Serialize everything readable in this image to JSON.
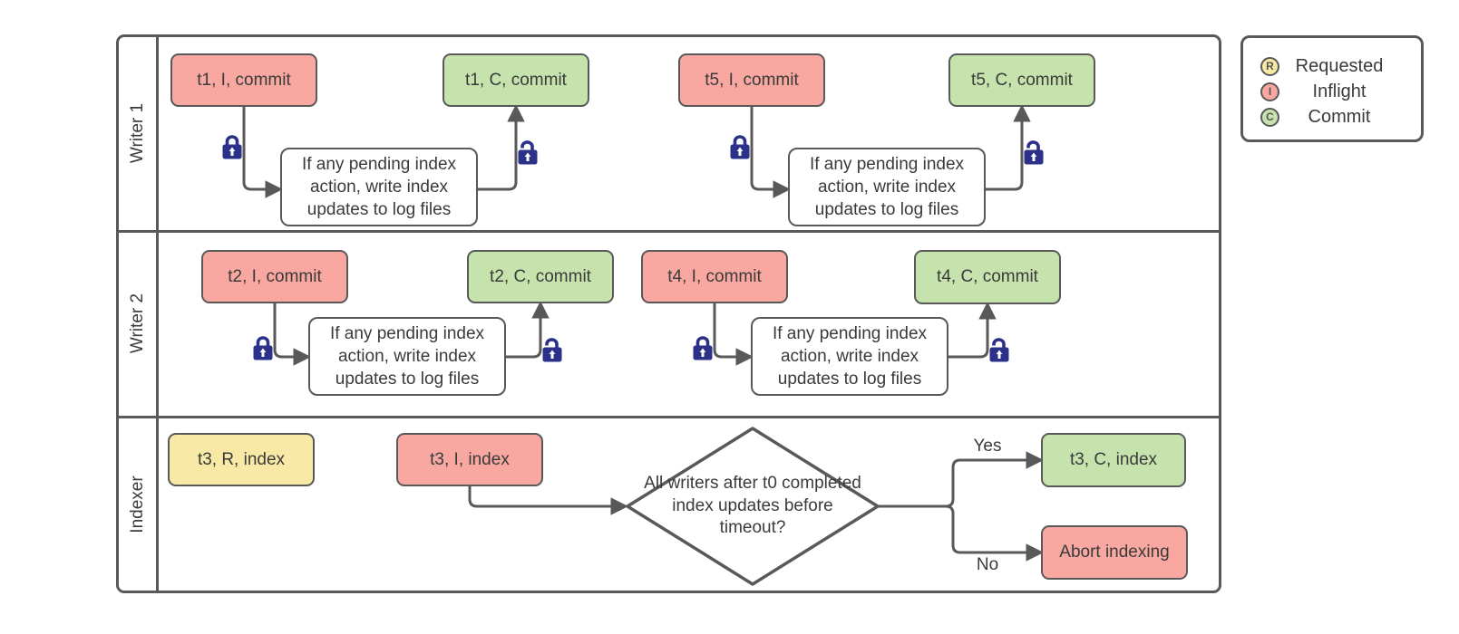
{
  "lanes": [
    {
      "label": "Writer 1"
    },
    {
      "label": "Writer 2"
    },
    {
      "label": "Indexer"
    }
  ],
  "nodes": {
    "t1_inflight": "t1, I, commit",
    "t1_commit": "t1, C, commit",
    "t5_inflight": "t5, I, commit",
    "t5_commit": "t5, C, commit",
    "t2_inflight": "t2, I, commit",
    "t2_commit": "t2, C, commit",
    "t4_inflight": "t4, I, commit",
    "t4_commit": "t4, C, commit",
    "t3_requested": "t3, R, index",
    "t3_inflight": "t3, I, index",
    "t3_commit": "t3, C, index",
    "abort": "Abort indexing",
    "process_note": "If any pending index action, write index updates to log files",
    "decision": "All writers after t0 completed index updates before timeout?"
  },
  "edge_labels": {
    "yes": "Yes",
    "no": "No"
  },
  "legend": {
    "items": [
      {
        "symbol": "R",
        "label": "Requested",
        "color": "#F8E9A6"
      },
      {
        "symbol": "I",
        "label": "Inflight",
        "color": "#F8A8A0"
      },
      {
        "symbol": "C",
        "label": "Commit",
        "color": "#C6E3AE"
      }
    ]
  },
  "colors": {
    "requested_fill": "#F8E9A6",
    "inflight_fill": "#F8A8A0",
    "commit_fill": "#C6E3AE",
    "note_fill": "#FFFFFF",
    "stroke": "#595959",
    "text": "#3A3A3A",
    "lock": "#2B3189"
  }
}
